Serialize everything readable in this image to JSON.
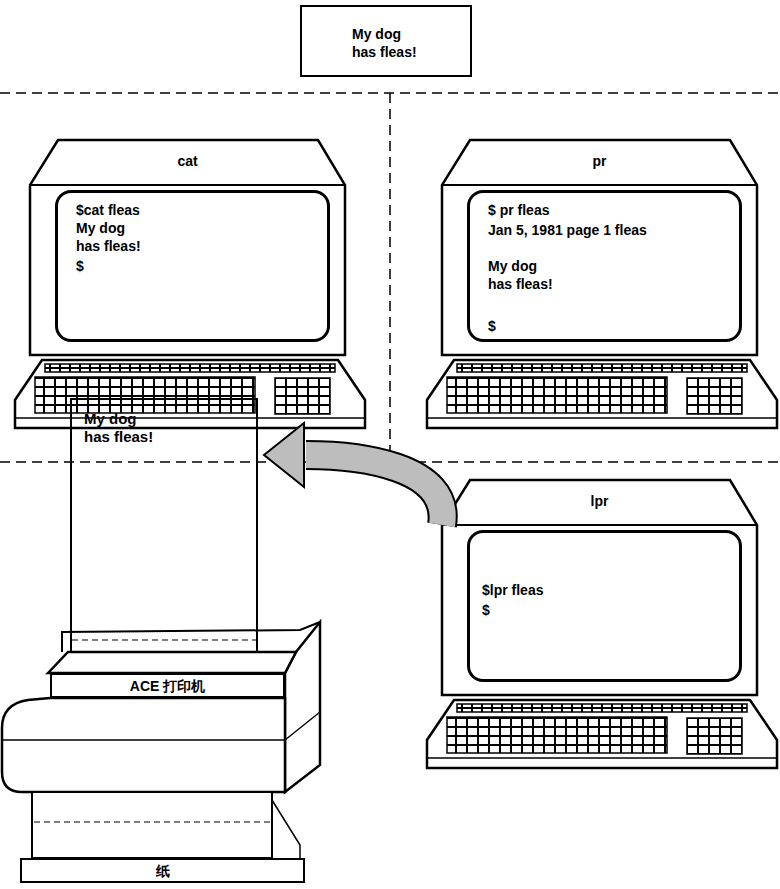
{
  "diagram": {
    "nodes": [
      {
        "text": [
          "My dog has fleas!"
        ]
      },
      {
        "text": [
          "cat"
        ]
      },
      {
        "text": [
          "$cat fleas",
          "My dog has fleas!",
          "$"
        ],
        "in": 1
      },
      {
        "text": [
          "pr"
        ]
      },
      {
        "text": [
          "$ pr fleas",
          "Jan 5, 1981 page 1 fleas",
          "My dog has fleas!",
          "$"
        ],
        "in": 3
      },
      {
        "text": [
          "lpr"
        ]
      },
      {
        "text": [
          "$lpr fleas",
          "$"
        ],
        "in": 5
      },
      {
        "text": [
          "My dog has fleas!"
        ]
      },
      {
        "text": [
          "ACE 打印机"
        ]
      },
      {
        "text": [
          "纸"
        ]
      }
    ],
    "edges": [
      {
        "from": 5,
        "to": 7,
        "arrow": "to"
      }
    ]
  }
}
